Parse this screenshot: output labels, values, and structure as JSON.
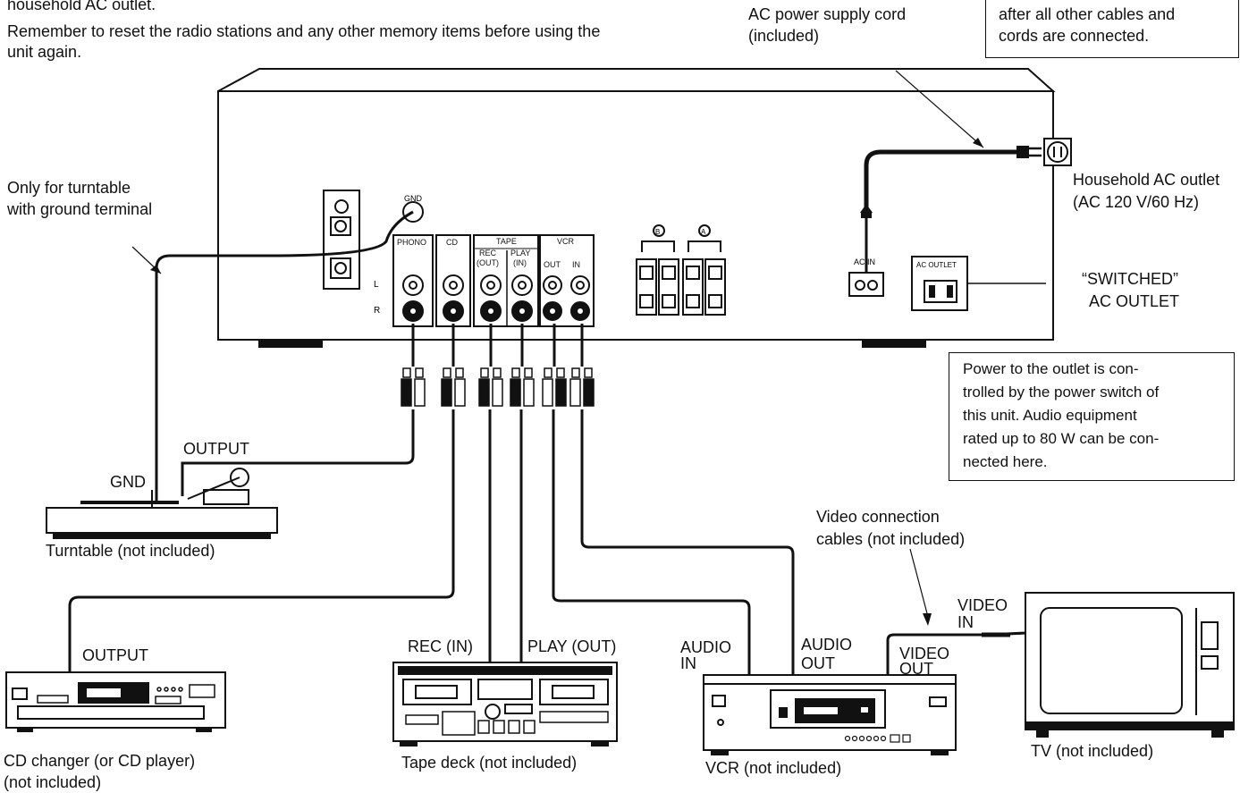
{
  "top_text": {
    "line1": "household AC outlet.",
    "line2": "Remember to reset the radio stations and any other memory items before using the",
    "line3": "unit again."
  },
  "power_cord": {
    "line1": "AC power supply cord",
    "line2": "(included)"
  },
  "top_note": {
    "line1": "after all other cables and",
    "line2": "cords are connected."
  },
  "ground_note": {
    "line1": "Only for turntable",
    "line2": "with ground terminal"
  },
  "outlet": {
    "line1": "Household AC outlet",
    "line2": "(AC 120 V/60 Hz)"
  },
  "switched": {
    "line1": "“SWITCHED”",
    "line2": "AC OUTLET"
  },
  "power_note": {
    "line1": "Power to the outlet is con-",
    "line2": "trolled by the power switch of",
    "line3": "this unit. Audio equipment",
    "line4": "rated up to 80 W can be con-",
    "line5": "nected here."
  },
  "panel_labels": {
    "gnd": "GND",
    "phono": "PHONO",
    "cd": "CD",
    "tape": "TAPE",
    "rec": "REC",
    "rec_out": "(OUT)",
    "play": "PLAY",
    "play_in": "(IN)",
    "vcr": "VCR",
    "out": "OUT",
    "in": "IN",
    "speaker_b": "B",
    "speaker_a": "A",
    "ac_in": "AC IN",
    "ac_outlet": "AC OUTLET",
    "l": "L",
    "r": "R"
  },
  "labels": {
    "turntable_output": "OUTPUT",
    "gnd": "GND",
    "turntable": "Turntable (not included)",
    "cd_output": "OUTPUT",
    "cd_changer": {
      "line1": "CD changer (or CD player)",
      "line2": "(not included)"
    },
    "rec_in": "REC (IN)",
    "play_out": "PLAY (OUT)",
    "tape_deck": "Tape deck (not included)",
    "audio_in": {
      "line1": "AUDIO",
      "line2": "IN"
    },
    "audio_out": {
      "line1": "AUDIO",
      "line2": "OUT"
    },
    "video_out": {
      "line1": "VIDEO",
      "line2": "OUT"
    },
    "video_in": {
      "line1": "VIDEO",
      "line2": "IN"
    },
    "video_cables": {
      "line1": "Video connection",
      "line2": "cables (not included)"
    },
    "vcr": "VCR (not included)",
    "tv": "TV (not included)"
  }
}
